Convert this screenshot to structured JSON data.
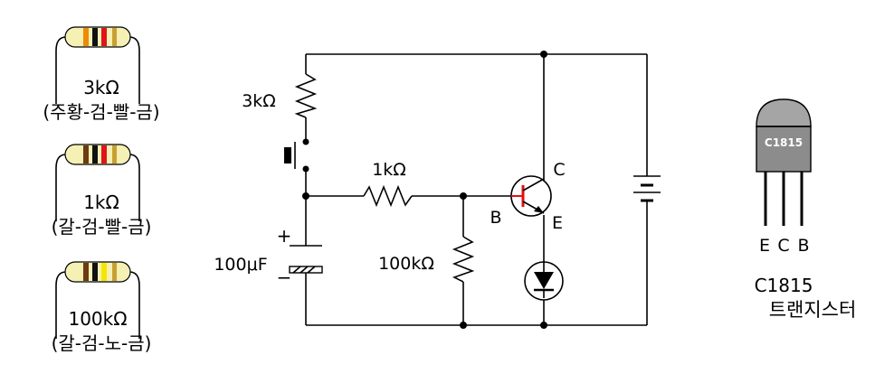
{
  "resistor_legend": [
    {
      "value": "3kΩ",
      "colors_text": "(주황-검-빨-금)",
      "band_colors": [
        "#F08A00",
        "#111111",
        "#E0141A",
        "#C8A032"
      ]
    },
    {
      "value": "1kΩ",
      "colors_text": "(갈-검-빨-금)",
      "band_colors": [
        "#6B3B12",
        "#111111",
        "#E0141A",
        "#C8A032"
      ]
    },
    {
      "value": "100kΩ",
      "colors_text": "(갈-검-노-금)",
      "band_colors": [
        "#6B3B12",
        "#111111",
        "#F5E600",
        "#C8A032"
      ]
    }
  ],
  "circuit": {
    "r_top_label": "3kΩ",
    "r_base_label": "1kΩ",
    "r_pulldown_label": "100kΩ",
    "capacitor_label": "100μF",
    "cap_plus": "+",
    "cap_minus": "−",
    "pin_b": "B",
    "pin_c": "C",
    "pin_e": "E"
  },
  "transistor_package": {
    "marking": "C1815",
    "pins": [
      "E",
      "C",
      "B"
    ],
    "caption_line1": "C1815",
    "caption_line2": "트랜지스터"
  },
  "colors": {
    "resistor_body": "#F5F0B4",
    "transistor_body": "#8C8C8C",
    "transistor_top": "#A5A5A5",
    "base_accent": "#E01010"
  }
}
